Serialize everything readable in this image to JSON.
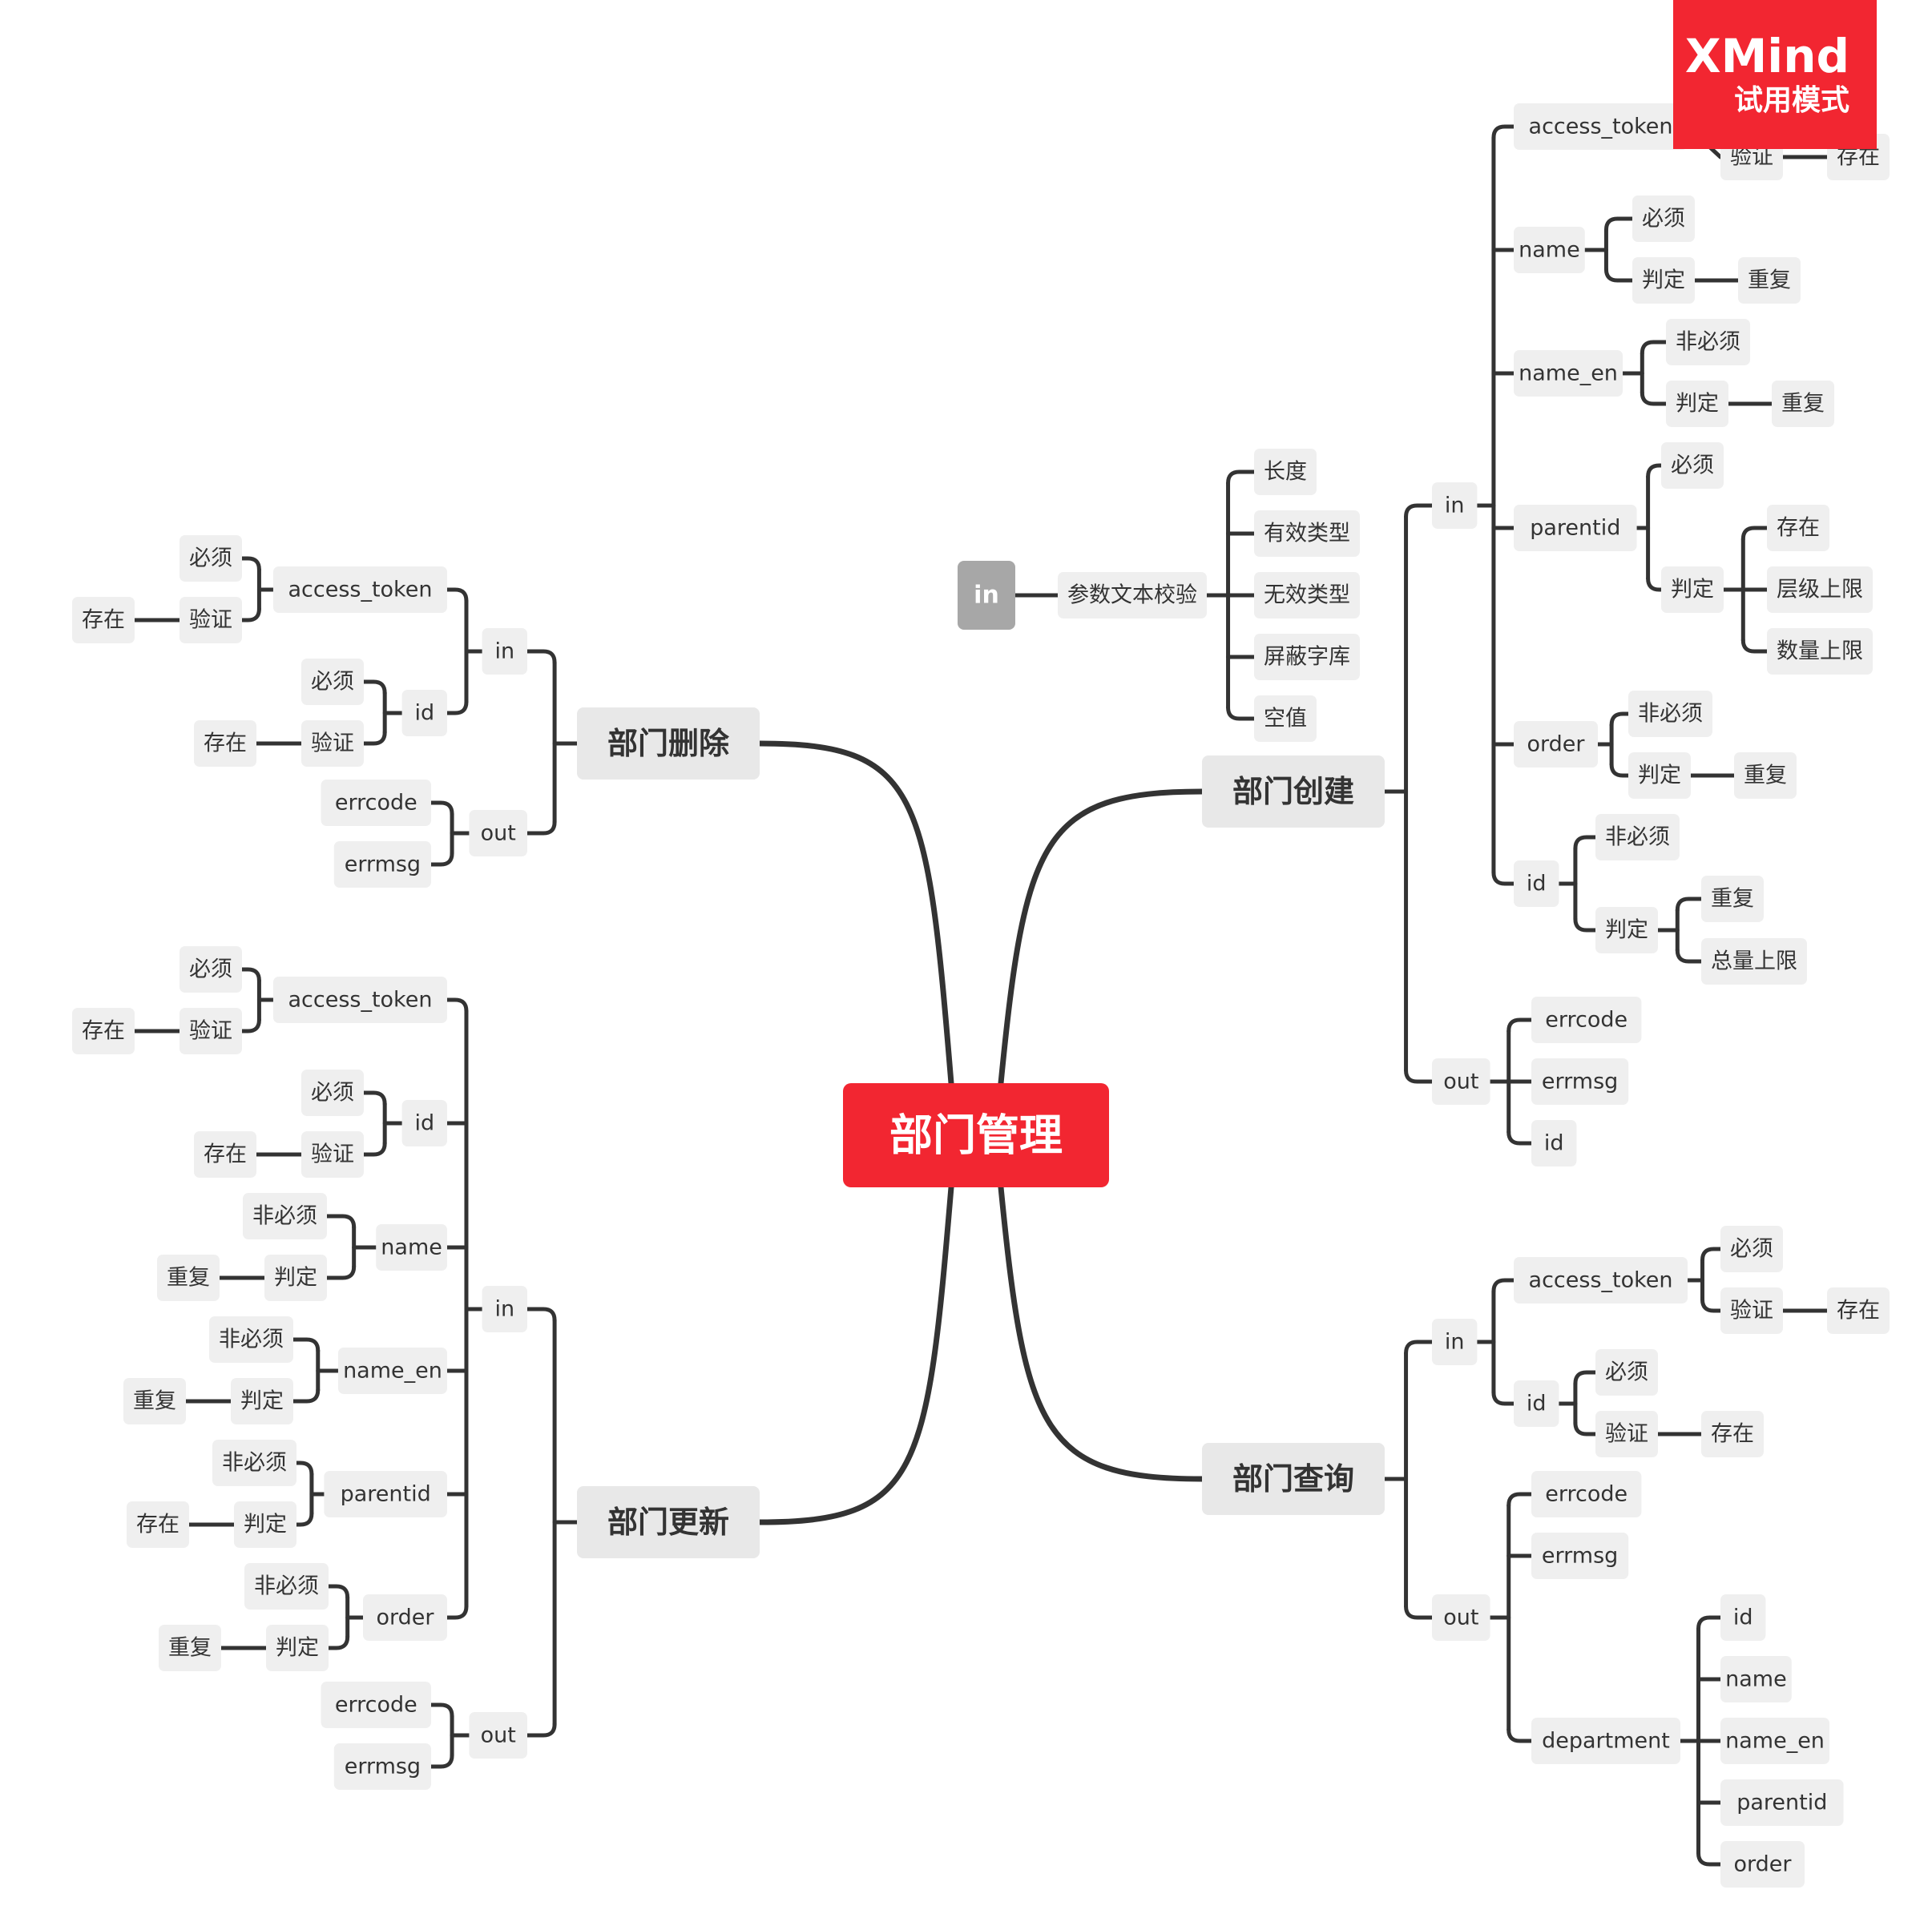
{
  "watermark": {
    "brand": "XMind",
    "subtitle": "试用模式"
  },
  "mindmap": {
    "root": "部门管理",
    "branches": {
      "create": {
        "title": "部门创建",
        "in": {
          "label": "in",
          "access_token": {
            "label": "access_token",
            "check": "验证",
            "exists": "存在"
          },
          "name": {
            "label": "name",
            "required": "必须",
            "judge": "判定",
            "dup": "重复"
          },
          "name_en": {
            "label": "name_en",
            "optional": "非必须",
            "judge": "判定",
            "dup": "重复"
          },
          "parentid": {
            "label": "parentid",
            "required": "必须",
            "judge": "判定",
            "exists": "存在",
            "level_limit": "层级上限",
            "count_limit": "数量上限"
          },
          "order": {
            "label": "order",
            "optional": "非必须",
            "judge": "判定",
            "dup": "重复"
          },
          "id": {
            "label": "id",
            "optional": "非必须",
            "judge": "判定",
            "dup": "重复",
            "total_limit": "总量上限"
          }
        },
        "out": {
          "label": "out",
          "items": [
            "errcode",
            "errmsg",
            "id"
          ]
        }
      },
      "param_check": {
        "badge": "in",
        "title": "参数文本校验",
        "items": [
          "长度",
          "有效类型",
          "无效类型",
          "屏蔽字库",
          "空值"
        ]
      },
      "query": {
        "title": "部门查询",
        "in": {
          "label": "in",
          "access_token": {
            "label": "access_token",
            "required": "必须",
            "check": "验证",
            "exists": "存在"
          },
          "id": {
            "label": "id",
            "required": "必须",
            "check": "验证",
            "exists": "存在"
          }
        },
        "out": {
          "label": "out",
          "errcode": "errcode",
          "errmsg": "errmsg",
          "department": {
            "label": "department",
            "fields": [
              "id",
              "name",
              "name_en",
              "parentid",
              "order"
            ]
          }
        }
      },
      "delete": {
        "title": "部门删除",
        "in": {
          "label": "in",
          "access_token": {
            "label": "access_token",
            "required": "必须",
            "check": "验证",
            "exists": "存在"
          },
          "id": {
            "label": "id",
            "required": "必须",
            "check": "验证",
            "exists": "存在"
          }
        },
        "out": {
          "label": "out",
          "items": [
            "errcode",
            "errmsg"
          ]
        }
      },
      "update": {
        "title": "部门更新",
        "in": {
          "label": "in",
          "access_token": {
            "label": "access_token",
            "required": "必须",
            "check": "验证",
            "exists": "存在"
          },
          "id": {
            "label": "id",
            "required": "必须",
            "check": "验证",
            "exists": "存在"
          },
          "name": {
            "label": "name",
            "optional": "非必须",
            "judge": "判定",
            "dup": "重复"
          },
          "name_en": {
            "label": "name_en",
            "optional": "非必须",
            "judge": "判定",
            "dup": "重复"
          },
          "parentid": {
            "label": "parentid",
            "optional": "非必须",
            "judge": "判定",
            "exists": "存在"
          },
          "order": {
            "label": "order",
            "optional": "非必须",
            "judge": "判定",
            "dup": "重复"
          }
        },
        "out": {
          "label": "out",
          "items": [
            "errcode",
            "errmsg"
          ]
        }
      }
    }
  }
}
